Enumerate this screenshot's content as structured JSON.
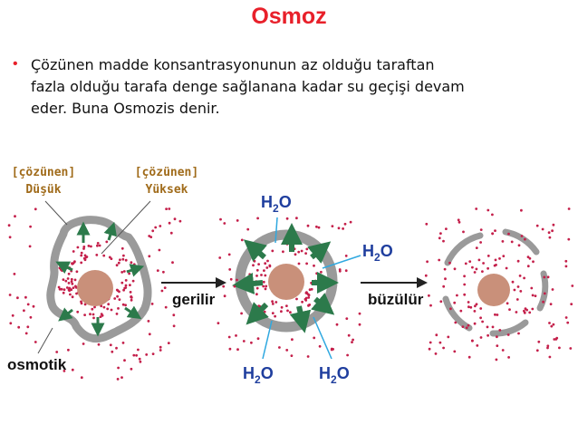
{
  "title": "Osmoz",
  "bullet": {
    "lines": [
      "Çözünen madde konsantrasyonunun az olduğu taraftan",
      "fazla olduğu tarafa denge sağlanana kadar su geçişi devam",
      "eder. Buna Osmozis denir."
    ]
  },
  "labels": {
    "low_line1": "[çözünen]",
    "low_line2": "Düşük",
    "high_line1": "[çözünen]",
    "high_line2": "Yüksek",
    "osmotik": "osmotik",
    "gerilir": "gerilir",
    "buzulur": "büzülür",
    "water": "H",
    "water_sub": "2",
    "water_o": "O"
  },
  "colors": {
    "title": "#e8202a",
    "membrane": "#9a9a9a",
    "nucleus": "#c9907a",
    "dot": "#c41f4a",
    "arrow_green": "#2c7a4b",
    "h2o_blue": "#1f3e9e",
    "pointer_blue": "#2fa8e0",
    "concentration_label": "#a06b1a"
  }
}
